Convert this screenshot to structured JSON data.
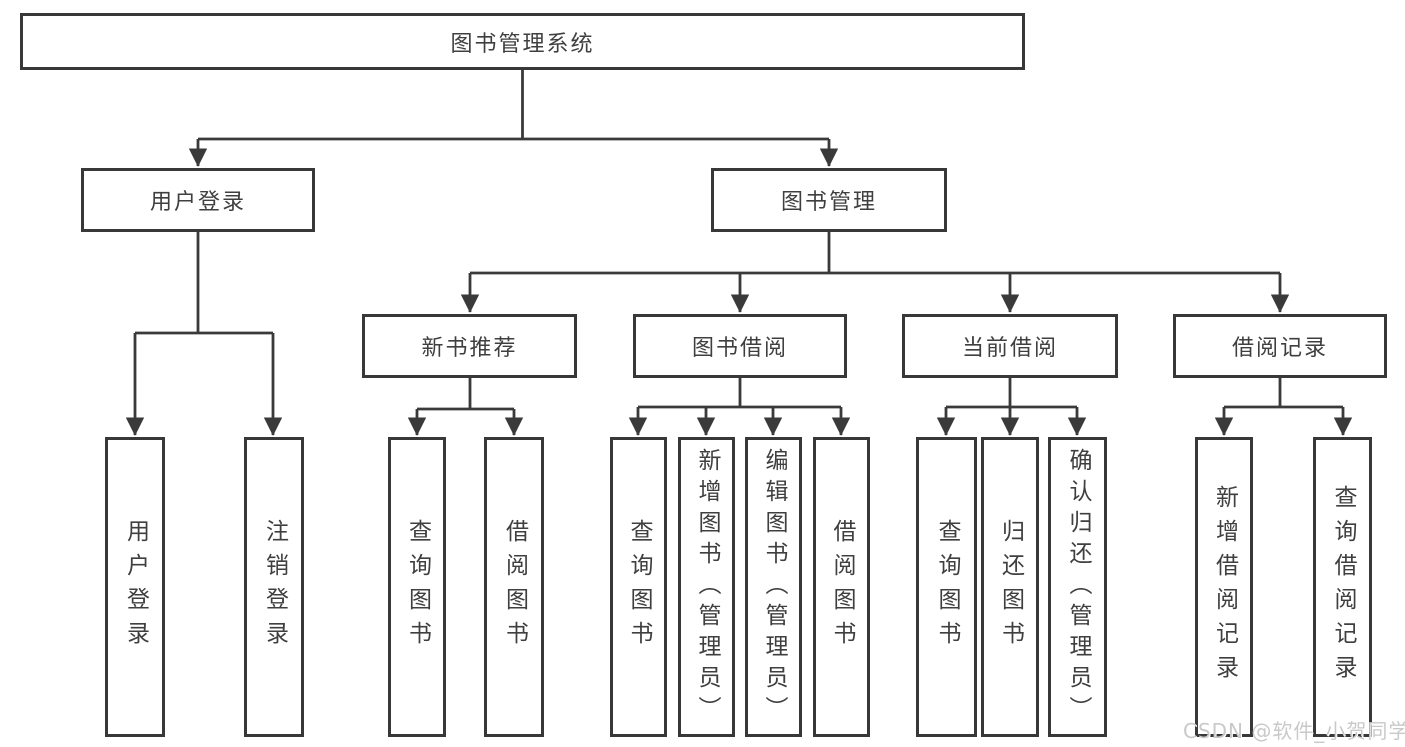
{
  "diagram": {
    "title": "图书管理系统",
    "children": [
      {
        "label": "用户登录",
        "children": [
          {
            "label": "用户登录"
          },
          {
            "label": "注销登录"
          }
        ]
      },
      {
        "label": "图书管理",
        "children": [
          {
            "label": "新书推荐",
            "children": [
              {
                "label": "查询图书"
              },
              {
                "label": "借阅图书"
              }
            ]
          },
          {
            "label": "图书借阅",
            "children": [
              {
                "label": "查询图书"
              },
              {
                "label": "新增图书（管理员）"
              },
              {
                "label": "编辑图书（管理员）"
              },
              {
                "label": "借阅图书"
              }
            ]
          },
          {
            "label": "当前借阅",
            "children": [
              {
                "label": "查询图书"
              },
              {
                "label": "归还图书"
              },
              {
                "label": "确认归还（管理员）"
              }
            ]
          },
          {
            "label": "借阅记录",
            "children": [
              {
                "label": "新增借阅记录"
              },
              {
                "label": "查询借阅记录"
              }
            ]
          }
        ]
      }
    ]
  },
  "watermark": {
    "text": "CSDN @软件_小贺同学",
    "color": "#c9c9c9"
  },
  "colors": {
    "line": "#3a3a3a",
    "box_border": "#383838",
    "text": "#3f3f3f",
    "background": "#ffffff"
  }
}
